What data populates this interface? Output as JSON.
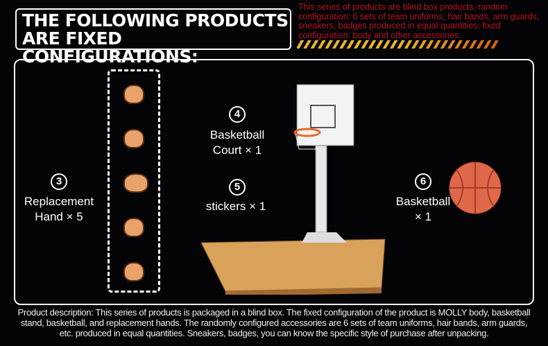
{
  "header": {
    "title_line1": "THE FOLLOWING PRODUCTS",
    "title_line2": "ARE FIXED CONFIGURATIONS:",
    "note": "This series of products are blind box products, random configuration: 6 sets of team uniforms, hair bands, arm guards, sneakers, badges produced in equal quantities; fixed configuration: body and other accessories."
  },
  "items": [
    {
      "number": "3",
      "line1": "Replacement",
      "line2": "Hand × 5"
    },
    {
      "number": "4",
      "line1": "Basketball",
      "line2": "Court × 1"
    },
    {
      "number": "5",
      "line1": "stickers × 1",
      "line2": ""
    },
    {
      "number": "6",
      "line1": "Basketball",
      "line2": "× 1"
    }
  ],
  "description": "Product description: This series of products is packaged in a blind box. The fixed configuration of the product is MOLLY body, basketball stand, basketball, and replacement hands. The randomly configured accessories are 6 sets of team uniforms, hair bands, arm guards, etc. produced in equal quantities. Sneakers, badges, you can know the specific style of purchase after unpacking.",
  "colors": {
    "note": "#b5121b",
    "ball": "#e0684a",
    "court": "#d9a25a",
    "hand": "#e9a36a"
  }
}
